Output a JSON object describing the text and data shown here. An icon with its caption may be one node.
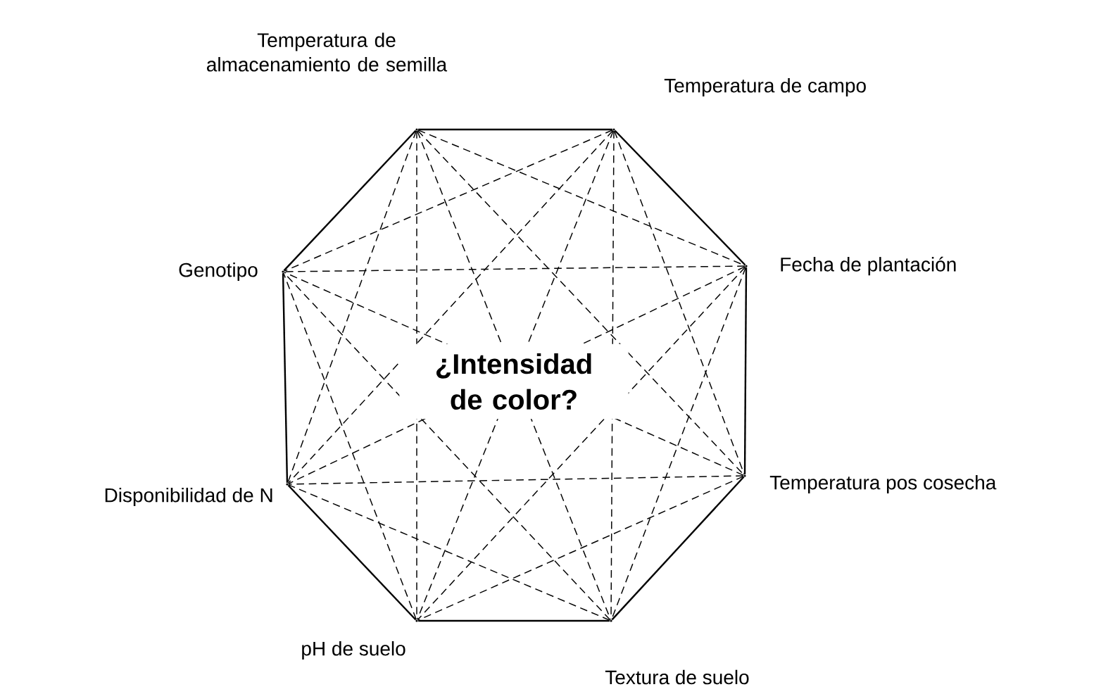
{
  "diagram": {
    "nodes": [
      {
        "text": [],
        "shape": "point",
        "beside": [
          "Temperatura de almacenamiento de semilla"
        ]
      },
      {
        "text": [],
        "shape": "point",
        "beside": [
          "Temperatura de campo"
        ]
      },
      {
        "text": [],
        "shape": "point",
        "beside": [
          "Fecha de plantación"
        ]
      },
      {
        "text": [],
        "shape": "point",
        "beside": [
          "Temperatura pos cosecha"
        ]
      },
      {
        "text": [],
        "shape": "point",
        "beside": [
          "Textura de suelo"
        ]
      },
      {
        "text": [],
        "shape": "point",
        "beside": [
          "pH de suelo"
        ]
      },
      {
        "text": [],
        "shape": "point",
        "beside": [
          "Disponibilidad de N"
        ]
      },
      {
        "text": [],
        "shape": "point",
        "beside": [
          "Genotipo"
        ]
      }
    ],
    "edges": [
      {
        "from": 0,
        "to": 1,
        "arrow": "none"
      },
      {
        "from": 1,
        "to": 2,
        "arrow": "none"
      },
      {
        "from": 2,
        "to": 3,
        "arrow": "none"
      },
      {
        "from": 3,
        "to": 4,
        "arrow": "none"
      },
      {
        "from": 4,
        "to": 5,
        "arrow": "none"
      },
      {
        "from": 5,
        "to": 6,
        "arrow": "none"
      },
      {
        "from": 6,
        "to": 7,
        "arrow": "none"
      },
      {
        "from": 7,
        "to": 0,
        "arrow": "none"
      },
      {
        "from": 0,
        "to": 2,
        "arrow": "none",
        "style": "dashed"
      },
      {
        "from": 0,
        "to": 3,
        "arrow": "none",
        "style": "dashed"
      },
      {
        "from": 0,
        "to": 4,
        "arrow": "none",
        "style": "dashed"
      },
      {
        "from": 0,
        "to": 5,
        "arrow": "none",
        "style": "dashed"
      },
      {
        "from": 0,
        "to": 6,
        "arrow": "none",
        "style": "dashed"
      },
      {
        "from": 1,
        "to": 3,
        "arrow": "none",
        "style": "dashed"
      },
      {
        "from": 1,
        "to": 4,
        "arrow": "none",
        "style": "dashed"
      },
      {
        "from": 1,
        "to": 5,
        "arrow": "none",
        "style": "dashed"
      },
      {
        "from": 1,
        "to": 6,
        "arrow": "none",
        "style": "dashed"
      },
      {
        "from": 1,
        "to": 7,
        "arrow": "none",
        "style": "dashed"
      },
      {
        "from": 2,
        "to": 4,
        "arrow": "none",
        "style": "dashed"
      },
      {
        "from": 2,
        "to": 5,
        "arrow": "none",
        "style": "dashed"
      },
      {
        "from": 2,
        "to": 6,
        "arrow": "none",
        "style": "dashed"
      },
      {
        "from": 2,
        "to": 7,
        "arrow": "none",
        "style": "dashed"
      },
      {
        "from": 3,
        "to": 5,
        "arrow": "none",
        "style": "dashed"
      },
      {
        "from": 3,
        "to": 6,
        "arrow": "none",
        "style": "dashed"
      },
      {
        "from": 3,
        "to": 7,
        "arrow": "none",
        "style": "dashed"
      },
      {
        "from": 4,
        "to": 6,
        "arrow": "none",
        "style": "dashed"
      },
      {
        "from": 4,
        "to": 7,
        "arrow": "none",
        "style": "dashed"
      },
      {
        "from": 5,
        "to": 7,
        "arrow": "none",
        "style": "dashed"
      }
    ],
    "labels": [
      "¿Intensidad de color?"
    ]
  }
}
